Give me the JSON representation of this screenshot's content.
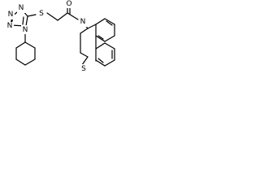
{
  "diagram": {
    "kind": "chemical-structure",
    "atoms": {
      "n1": "N",
      "n2": "N",
      "n3": "N",
      "n4": "N",
      "s_thio": "S",
      "o_carbonyl": "O",
      "n_ring": "N",
      "s_ring": "S"
    },
    "line_color": "#000000",
    "background": "#ffffff"
  }
}
